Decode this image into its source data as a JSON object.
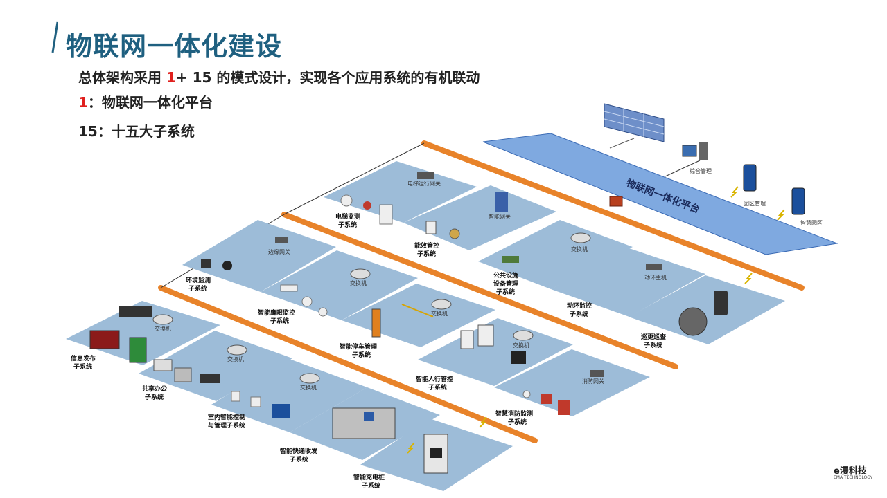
{
  "title": "物联网一体化建设",
  "intro": {
    "line1_pre": "总体架构采用 ",
    "line1_red": "1",
    "line1_mid": "+ 15 的模式设计，实现各个应用系统的有机联动",
    "line2_red": "1",
    "line2_rest": "：物联网一体化平台",
    "line3": "15：十五大子系统"
  },
  "platform": {
    "label": "物联网一体化平台"
  },
  "platform_nodes": [
    "综合管理",
    "园区管理",
    "智慧园区"
  ],
  "subsystems": [
    {
      "l1": "电梯监测",
      "l2": "子系统",
      "device": "电梯运行网关"
    },
    {
      "l1": "能效管控",
      "l2": "子系统",
      "device": "智能网关"
    },
    {
      "l1": "公共设施",
      "l2": "设备管理",
      "l3": "子系统",
      "device": "交换机"
    },
    {
      "l1": "动环监控",
      "l2": "子系统",
      "device": "动环主机"
    },
    {
      "l1": "巡更巡查",
      "l2": "子系统"
    },
    {
      "l1": "环境监测",
      "l2": "子系统",
      "device": "边缘网关"
    },
    {
      "l1": "智能鹰眼监控",
      "l2": "子系统",
      "device": "交换机"
    },
    {
      "l1": "智能停车管理",
      "l2": "子系统",
      "device": "交换机"
    },
    {
      "l1": "智能人行管控",
      "l2": "子系统",
      "device": "交换机"
    },
    {
      "l1": "智慧消防监测",
      "l2": "子系统",
      "device": "消防网关"
    },
    {
      "l1": "信息发布",
      "l2": "子系统",
      "device": "交换机"
    },
    {
      "l1": "共享办公",
      "l2": "子系统",
      "device": "交换机"
    },
    {
      "l1": "室内智能控制",
      "l2": "与管理子系统",
      "device": "交换机"
    },
    {
      "l1": "智能快递收发",
      "l2": "子系统"
    },
    {
      "l1": "智能充电桩",
      "l2": "子系统"
    }
  ],
  "brand": {
    "name": "e漫科技",
    "sub": "EMA TECHNOLOGY"
  },
  "colors": {
    "title": "#1f6080",
    "accent_red": "#e0201e",
    "pipe": "#e8832a",
    "panel": "#9dbcd8",
    "platform": "#7fa9e0"
  }
}
